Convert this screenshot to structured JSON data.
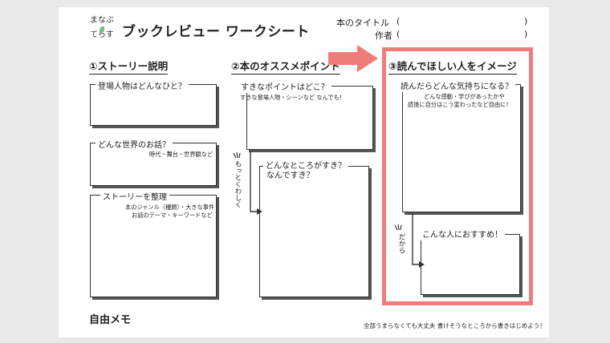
{
  "logo": {
    "line1": "まなぶ",
    "line2": "てらす"
  },
  "title": "ブックレビュー ワークシート",
  "meta": {
    "book_title_label": "本のタイトル",
    "author_label": "作者",
    "open_paren": "(",
    "close_paren": ")"
  },
  "sections": {
    "s1": {
      "heading": "①ストーリー説明",
      "box1": {
        "question": "登場人物はどんなひと？"
      },
      "box2": {
        "question": "どんな世界のお話？",
        "hint": "時代・舞台・世界観など"
      },
      "box3": {
        "question": "ストーリーを整理",
        "hint1": "本のジャンル（種類）・大きな事件",
        "hint2": "お話のテーマ・キーワードなど"
      }
    },
    "s2": {
      "heading": "②本のオススメポイント",
      "box1": {
        "question": "すきなポイントはどこ？",
        "hint": "すきな登場人物・シーンなど なんでも！"
      },
      "side_label": "もっとくわしく",
      "box2": {
        "question1": "どんなところがすき？",
        "question2": "なんですき？"
      }
    },
    "s3": {
      "heading": "③読んでほしい人をイメージ",
      "box1": {
        "question": "読んだらどんな気持ちになる？",
        "hint1": "どんな感動・学びがあったかや",
        "hint2": "読後に自分はこう変わったなど自由に！"
      },
      "side_label": "だから",
      "box2": {
        "question": "こんな人におすすめ！"
      }
    }
  },
  "memo_label": "自由メモ",
  "footer": "全部うまらなくても大丈夫 書けそうなところから書きはじめよう！",
  "colors": {
    "highlight": "#f07c79",
    "background": "#e9e9e9"
  }
}
